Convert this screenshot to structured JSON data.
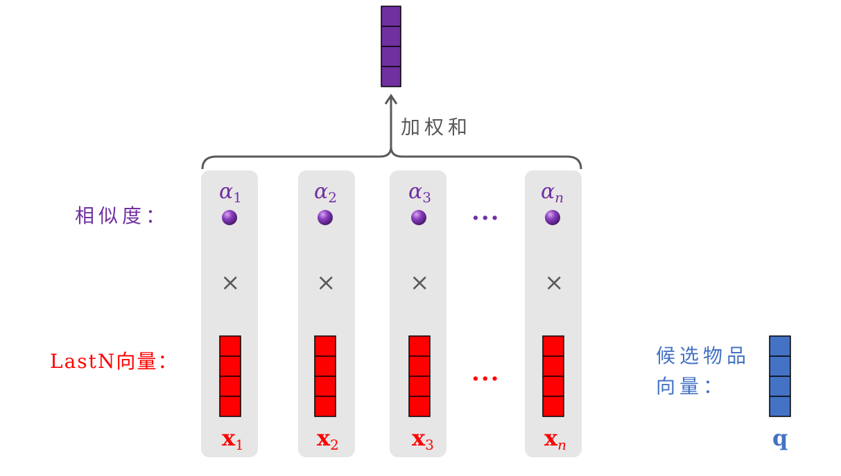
{
  "title_label": "加权和",
  "similarity_label": "相似度：",
  "lastn_label": "LastN向量：",
  "candidate_label_line1": "候选物品",
  "candidate_label_line2": "向量：",
  "candidate_symbol": "q",
  "ellipsis": "···",
  "times_symbol": "×",
  "columns": [
    {
      "alpha": "α",
      "alpha_sub": "1",
      "x": "x",
      "x_sub": "1"
    },
    {
      "alpha": "α",
      "alpha_sub": "2",
      "x": "x",
      "x_sub": "2"
    },
    {
      "alpha": "α",
      "alpha_sub": "3",
      "x": "x",
      "x_sub": "3"
    },
    {
      "alpha": "α",
      "alpha_sub": "n",
      "x": "x",
      "x_sub": "n"
    }
  ],
  "colors": {
    "purple": "#7030a0",
    "red": "#ff0000",
    "blue": "#4472c4",
    "gray": "#595959",
    "column_bg": "#e6e6e6"
  }
}
